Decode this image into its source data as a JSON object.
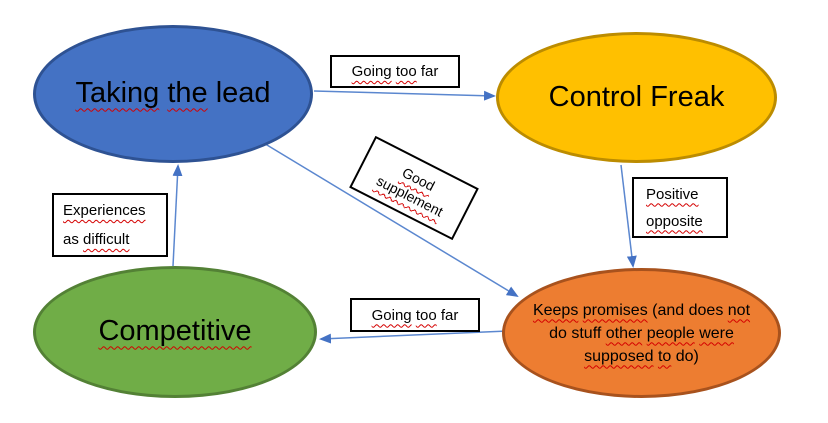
{
  "title": "Personality traits relationship diagram",
  "colors": {
    "arrow": "#4472c4",
    "arrow_line": "#5b87cf",
    "squiggle_underline": "#d40000",
    "taking_the_lead_fill": "#4472c4",
    "taking_the_lead_border": "#2e5293",
    "control_freak_fill": "#ffc000",
    "control_freak_border": "#bc8c00",
    "competitive_fill": "#70ad47",
    "competitive_border": "#538135",
    "keeps_promises_fill": "#ed7d31",
    "keeps_promises_border": "#a8521d",
    "label_box_bg": "#ffffff",
    "label_box_border": "#000000",
    "text": "#000000"
  },
  "nodes": {
    "taking_the_lead": {
      "label": "Taking the lead",
      "shape": "ellipse",
      "segments": [
        {
          "text": "Taking",
          "squiggle": true
        },
        {
          "text": "the",
          "squiggle": true
        },
        {
          "text": "lead",
          "squiggle": false
        }
      ]
    },
    "control_freak": {
      "label": "Control Freak",
      "shape": "ellipse",
      "segments": [
        {
          "text": "Control",
          "squiggle": false
        },
        {
          "text": "Freak",
          "squiggle": false
        }
      ]
    },
    "competitive": {
      "label": "Competitive",
      "shape": "ellipse",
      "segments": [
        {
          "text": "Competitive",
          "squiggle": true
        }
      ]
    },
    "keeps_promises": {
      "label": "Keeps promises (and does not do stuff other people were supposed to do)",
      "shape": "ellipse",
      "lines": [
        {
          "segments": [
            {
              "text": "Keeps",
              "squiggle": true
            },
            {
              "text": "promises",
              "squiggle": true
            },
            {
              "text": "(and",
              "squiggle": false
            },
            {
              "text": "does",
              "squiggle": false
            },
            {
              "text": "not",
              "squiggle": true
            }
          ]
        },
        {
          "segments": [
            {
              "text": "do",
              "squiggle": false
            },
            {
              "text": "stuff",
              "squiggle": false
            },
            {
              "text": "other",
              "squiggle": true
            },
            {
              "text": "people",
              "squiggle": true
            },
            {
              "text": "were",
              "squiggle": true
            }
          ]
        },
        {
          "segments": [
            {
              "text": "supposed",
              "squiggle": true
            },
            {
              "text": "to",
              "squiggle": true
            },
            {
              "text": "do)",
              "squiggle": false
            }
          ]
        }
      ]
    }
  },
  "edge_labels": {
    "going_too_far_top": {
      "label": "Going too far",
      "segments": [
        {
          "text": "Going",
          "squiggle": true
        },
        {
          "text": "too",
          "squiggle": true
        },
        {
          "text": "far",
          "squiggle": false
        }
      ]
    },
    "good_supplement": {
      "label": "Good supplement",
      "rotation_deg": 27,
      "lines": [
        {
          "segments": [
            {
              "text": "Good",
              "squiggle": true
            }
          ]
        },
        {
          "segments": [
            {
              "text": "supplement",
              "squiggle": true
            }
          ]
        }
      ]
    },
    "positive_opposite": {
      "label": "Positive opposite",
      "lines": [
        {
          "segments": [
            {
              "text": "Positive",
              "squiggle": true
            }
          ]
        },
        {
          "segments": [
            {
              "text": "opposite",
              "squiggle": true
            }
          ]
        }
      ]
    },
    "experiences_as_difficult": {
      "label": "Experiences as difficult",
      "lines": [
        {
          "segments": [
            {
              "text": "Experiences",
              "squiggle": true
            }
          ]
        },
        {
          "segments": [
            {
              "text": "as",
              "squiggle": false
            },
            {
              "text": "difficult",
              "squiggle": true
            }
          ]
        }
      ]
    },
    "going_too_far_bottom": {
      "label": "Going too far",
      "segments": [
        {
          "text": "Going",
          "squiggle": true
        },
        {
          "text": "too",
          "squiggle": true
        },
        {
          "text": "far",
          "squiggle": false
        }
      ]
    }
  },
  "arrows": [
    {
      "name": "arrow-taking-to-control",
      "from": "taking_the_lead",
      "to": "control_freak",
      "label": "Going too far"
    },
    {
      "name": "arrow-taking-to-keeps",
      "from": "taking_the_lead",
      "to": "keeps_promises",
      "label": "Good supplement"
    },
    {
      "name": "arrow-control-to-keeps",
      "from": "control_freak",
      "to": "keeps_promises",
      "label": "Positive opposite"
    },
    {
      "name": "arrow-keeps-to-competitive",
      "from": "keeps_promises",
      "to": "competitive",
      "label": "Going too far"
    },
    {
      "name": "arrow-competitive-to-taking",
      "from": "competitive",
      "to": "taking_the_lead",
      "label": "Experiences as difficult"
    }
  ]
}
